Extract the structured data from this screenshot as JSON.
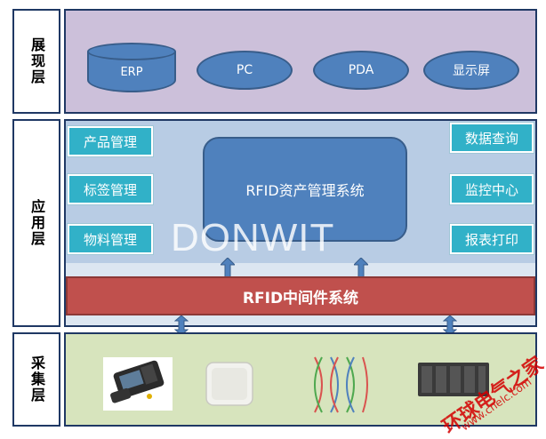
{
  "layers": {
    "presentation": {
      "label": "展现层"
    },
    "application": {
      "label": "应用层"
    },
    "collection": {
      "label": "采集层"
    }
  },
  "presentation_items": [
    "ERP",
    "PC",
    "PDA",
    "显示屏"
  ],
  "left_modules": [
    "产品管理",
    "标签管理",
    "物料管理"
  ],
  "right_modules": [
    "数据查询",
    "监控中心",
    "报表打印"
  ],
  "core_system": "RFID资产管理系统",
  "middleware": "RFID中间件系统",
  "watermark": "DONWIT",
  "stamp": {
    "text": "环球电气之家",
    "url": "www.cnelc.com"
  },
  "devices": [
    "handheld-rfid-reader-icon",
    "rfid-panel-antenna-icon",
    "rfid-tag-waves-icon",
    "rfid-fixed-reader-icon"
  ],
  "colors": {
    "presentation_band": "#ccc0da",
    "application_band": "#b8cce4",
    "collection_band": "#d7e4bd",
    "node_blue": "#4f81bd",
    "module_teal": "#31b1c8",
    "middleware_red": "#c0504d",
    "border_navy": "#1f3864"
  }
}
